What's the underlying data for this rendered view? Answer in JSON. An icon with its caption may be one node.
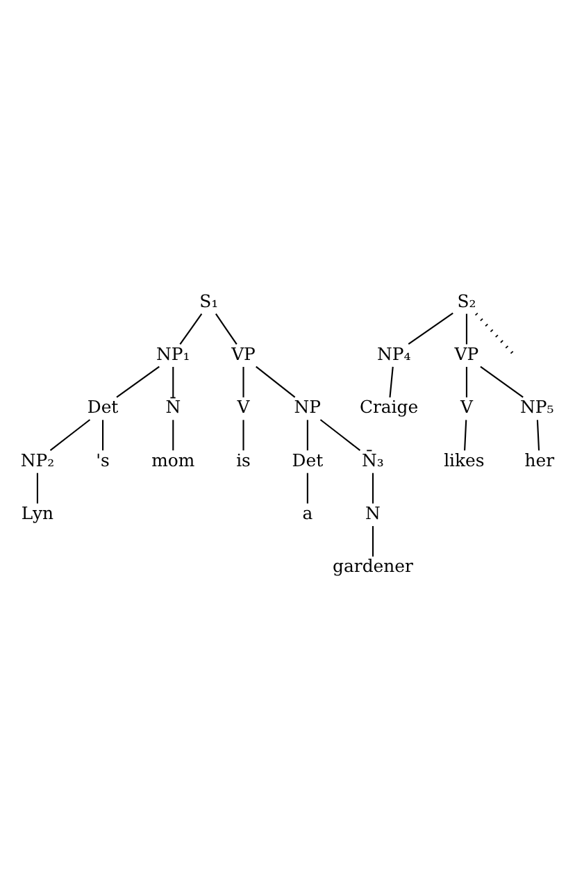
{
  "diagram": {
    "nodes": [
      {
        "text": [
          "S₁"
        ]
      },
      {
        "text": [
          "NP₁"
        ]
      },
      {
        "text": [
          "VP"
        ]
      },
      {
        "text": [
          "Det"
        ]
      },
      {
        "text": [
          "N̄"
        ]
      },
      {
        "text": [
          "V"
        ]
      },
      {
        "text": [
          "NP"
        ]
      },
      {
        "text": [
          "NP₂"
        ]
      },
      {
        "text": [
          "'s"
        ]
      },
      {
        "text": [
          "mom"
        ]
      },
      {
        "text": [
          "is"
        ]
      },
      {
        "text": [
          "Det"
        ]
      },
      {
        "text": [
          "N̄₃"
        ]
      },
      {
        "text": [
          "Lyn"
        ]
      },
      {
        "text": [
          "a"
        ]
      },
      {
        "text": [
          "N"
        ]
      },
      {
        "text": [
          "gardener"
        ]
      },
      {
        "text": [
          "S₂"
        ]
      },
      {
        "text": [
          "NP₄"
        ]
      },
      {
        "text": [
          "VP"
        ]
      },
      {
        "text": [
          "Craige"
        ]
      },
      {
        "text": [
          "V"
        ]
      },
      {
        "text": [
          "NP₅"
        ]
      },
      {
        "text": [
          "likes"
        ]
      },
      {
        "text": [
          "her"
        ]
      }
    ],
    "edges": [
      {
        "from": 0,
        "to": 1,
        "arrow": "none"
      },
      {
        "from": 0,
        "to": 2,
        "arrow": "none"
      },
      {
        "from": 1,
        "to": 3,
        "arrow": "none"
      },
      {
        "from": 1,
        "to": 4,
        "arrow": "none"
      },
      {
        "from": 2,
        "to": 5,
        "arrow": "none"
      },
      {
        "from": 2,
        "to": 6,
        "arrow": "none"
      },
      {
        "from": 3,
        "to": 7,
        "arrow": "none"
      },
      {
        "from": 3,
        "to": 8,
        "arrow": "none"
      },
      {
        "from": 4,
        "to": 9,
        "arrow": "none"
      },
      {
        "from": 5,
        "to": 10,
        "arrow": "none"
      },
      {
        "from": 6,
        "to": 11,
        "arrow": "none"
      },
      {
        "from": 6,
        "to": 12,
        "arrow": "none"
      },
      {
        "from": 7,
        "to": 13,
        "arrow": "none"
      },
      {
        "from": 11,
        "to": 14,
        "arrow": "none"
      },
      {
        "from": 12,
        "to": 15,
        "arrow": "none"
      },
      {
        "from": 15,
        "to": 16,
        "arrow": "none"
      },
      {
        "from": 17,
        "to": 18,
        "arrow": "none"
      },
      {
        "from": 17,
        "to": 19,
        "arrow": "none"
      },
      {
        "from": 18,
        "to": 20,
        "arrow": "none"
      },
      {
        "from": 19,
        "to": 21,
        "arrow": "none"
      },
      {
        "from": 19,
        "to": 22,
        "arrow": "none"
      },
      {
        "from": 21,
        "to": 23,
        "arrow": "none"
      },
      {
        "from": 22,
        "to": 24,
        "arrow": "none"
      },
      {
        "from": 17,
        "to": null,
        "arrow": "none",
        "style": "dashed"
      }
    ]
  }
}
